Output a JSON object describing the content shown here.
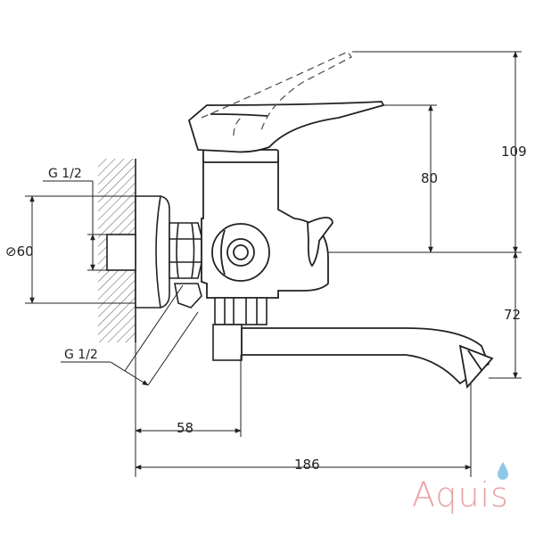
{
  "labels": {
    "thread_top": "G 1/2",
    "thread_bottom": "G 1/2",
    "diameter": "⊘60"
  },
  "dimensions": {
    "d109": "109",
    "d80": "80",
    "d72": "72",
    "d58": "58",
    "d186": "186"
  },
  "brand": {
    "name": "Aquis",
    "color": "#e8a2a6",
    "drop_color": "#8ec8e8"
  }
}
